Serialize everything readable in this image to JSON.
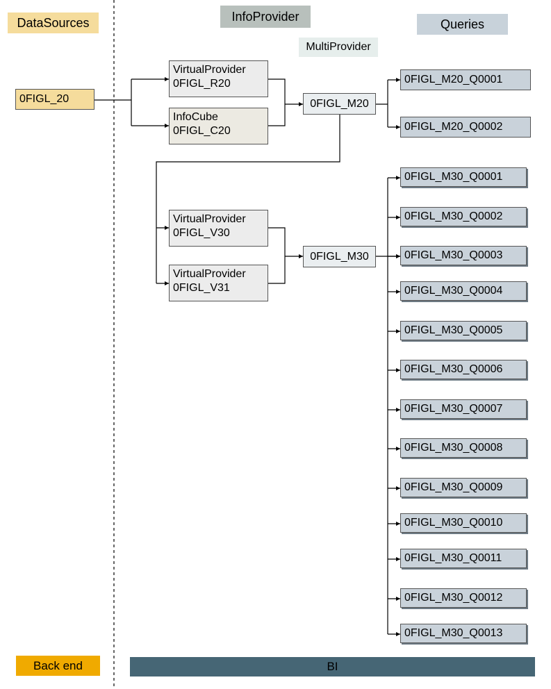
{
  "headers": {
    "datasources": "DataSources",
    "infoprovider": "InfoProvider",
    "multiprovider": "MultiProvider",
    "queries": "Queries"
  },
  "datasource": "0FIGL_20",
  "providers": {
    "r20": {
      "type": "VirtualProvider",
      "name": "0FIGL_R20"
    },
    "c20": {
      "type": "InfoCube",
      "name": "0FIGL_C20"
    },
    "v30": {
      "type": "VirtualProvider",
      "name": "0FIGL_V30"
    },
    "v31": {
      "type": "VirtualProvider",
      "name": "0FIGL_V31"
    }
  },
  "multiproviders": {
    "m20": "0FIGL_M20",
    "m30": "0FIGL_M30"
  },
  "queries_m20": [
    "0FIGL_M20_Q0001",
    "0FIGL_M20_Q0002"
  ],
  "queries_m30": [
    "0FIGL_M30_Q0001",
    "0FIGL_M30_Q0002",
    "0FIGL_M30_Q0003",
    "0FIGL_M30_Q0004",
    "0FIGL_M30_Q0005",
    "0FIGL_M30_Q0006",
    "0FIGL_M30_Q0007",
    "0FIGL_M30_Q0008",
    "0FIGL_M30_Q0009",
    "0FIGL_M30_Q0010",
    "0FIGL_M30_Q0011",
    "0FIGL_M30_Q0012",
    "0FIGL_M30_Q0013"
  ],
  "footer": {
    "backend": "Back end",
    "bi": "BI"
  },
  "colors": {
    "datasource": "#f5dc9c",
    "infoprovider_header": "#b8c0bc",
    "multiprovider_header": "#e6eeec",
    "queries_header": "#c8d2da",
    "backend": "#f0aa00",
    "bi": "#466675"
  }
}
